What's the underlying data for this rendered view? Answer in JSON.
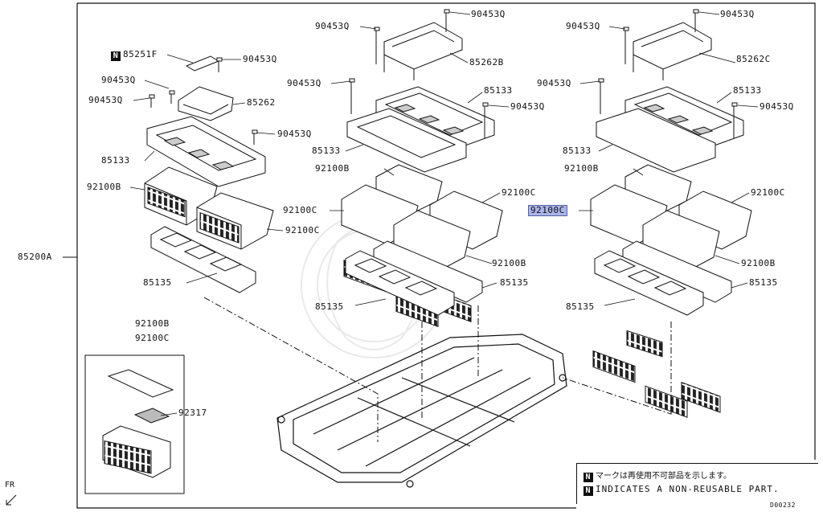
{
  "labels": {
    "p85200A": "85200A",
    "p85251F": "85251F",
    "l90453Q_a": "90453Q",
    "l90453Q_b": "90453Q",
    "l90453Q_c": "90453Q",
    "l85262": "85262",
    "l90453Q_d": "90453Q",
    "l85133_l": "85133",
    "l92100B_l": "92100B",
    "l92100C_l": "92100C",
    "l85135_l": "85135",
    "m90453Q_tl": "90453Q",
    "m90453Q_tr": "90453Q",
    "m85262B": "85262B",
    "m90453Q_l": "90453Q",
    "m85133_r": "85133",
    "m90453Q_r": "90453Q",
    "m85133_l": "85133",
    "m92100B": "92100B",
    "m92100C_r": "92100C",
    "m92100C_l": "92100C",
    "m92100B_r": "92100B",
    "m85135_r": "85135",
    "m85135_l": "85135",
    "r90453Q_tl": "90453Q",
    "r90453Q_tr": "90453Q",
    "r85262C": "85262C",
    "r90453Q_l": "90453Q",
    "r85133_r": "85133",
    "r90453Q_r": "90453Q",
    "r85133_l": "85133",
    "r92100B": "92100B",
    "r92100C_r": "92100C",
    "r92100C_hl": "92100C",
    "r92100B_r": "92100B",
    "r85135_r": "85135",
    "r85135_l": "85135",
    "inset_92100B": "92100B",
    "inset_92100C": "92100C",
    "inset_92317": "92317"
  },
  "legend": {
    "symbol": "N",
    "line_jp": "マークは再使用不可部品を示します。",
    "line_en": "INDICATES A NON-REUSABLE PART."
  },
  "drawing_code": "D00232",
  "direction_label": "FR",
  "colors": {
    "line": "#111111",
    "highlight": "#aab4e8"
  }
}
